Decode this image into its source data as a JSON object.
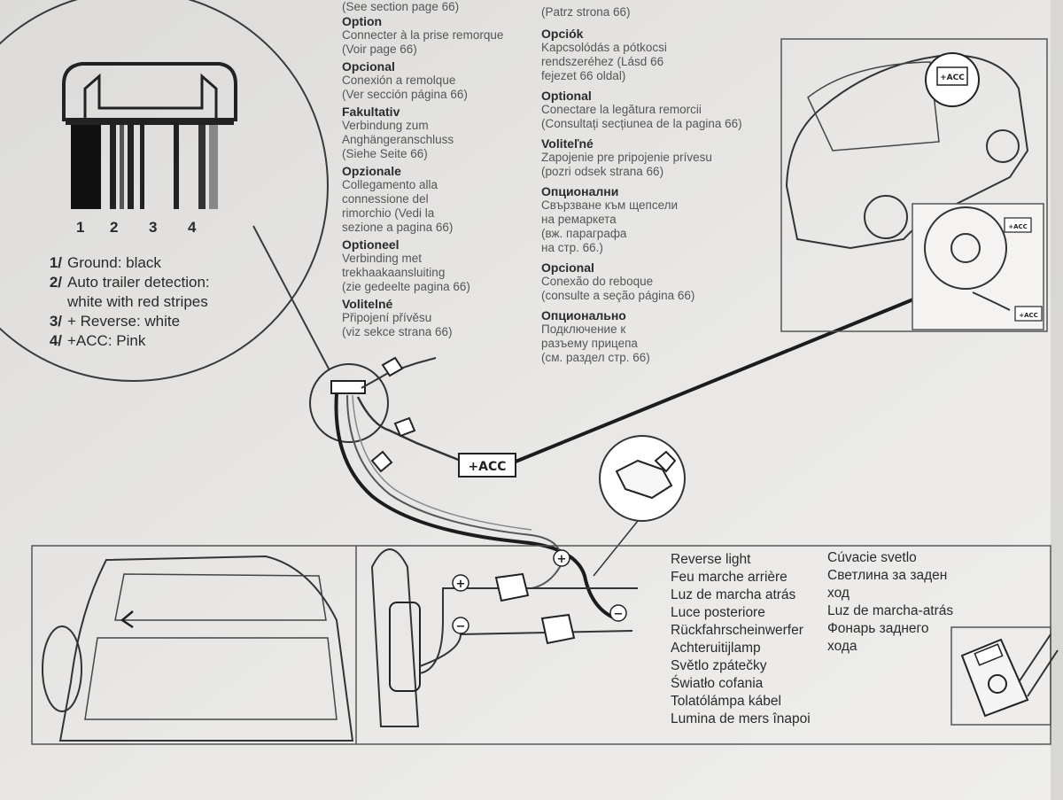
{
  "connector": {
    "pin_numbers": [
      "1",
      "2",
      "3",
      "4"
    ]
  },
  "legend": [
    {
      "num": "1/",
      "lines": [
        "Ground: black"
      ]
    },
    {
      "num": "2/",
      "lines": [
        "Auto trailer detection:",
        "white with red stripes"
      ]
    },
    {
      "num": "3/",
      "lines": [
        "+ Reverse: white"
      ]
    },
    {
      "num": "4/",
      "lines": [
        "+ACC: Pink"
      ]
    }
  ],
  "columns": {
    "left": {
      "partial_top": "(See section page 66)",
      "blocks": [
        {
          "heading": "Option",
          "text": "Connecter à la prise remorque\n(Voir page 66)"
        },
        {
          "heading": "Opcional",
          "text": "Conexión a remolque\n(Ver sección página 66)"
        },
        {
          "heading": "Fakultativ",
          "text": "Verbindung zum\nAnghängeranschluss\n(Siehe Seite 66)"
        },
        {
          "heading": "Opzionale",
          "text": "Collegamento alla\nconnessione del\nrimorchio (Vedi la\nsezione a pagina 66)"
        },
        {
          "heading": "Optioneel",
          "text": "Verbinding met\ntrekhaakaansluiting\n(zie gedeelte pagina 66)"
        },
        {
          "heading": "Volitelné",
          "text": "Připojení přívěsu\n(viz sekce strana 66)"
        }
      ]
    },
    "right": {
      "partial_top": "(Patrz strona 66)",
      "blocks": [
        {
          "heading": "Opciók",
          "text": "Kapcsolódás a pótkocsi\nrendszeréhez (Lásd 66\nfejezet 66 oldal)"
        },
        {
          "heading": "Optional",
          "text": "Conectare la legătura remorcii\n(Consultați secțiunea de la pagina 66)"
        },
        {
          "heading": "Voliteľné",
          "text": "Zapojenie pre pripojenie prívesu\n(pozri odsek strana 66)"
        },
        {
          "heading": "Опционални",
          "text": "Свързване към щепсели\nна ремаркета\n(вж. параграфа\nна стр. 66.)"
        },
        {
          "heading": "Opcional",
          "text": "Conexão do reboque\n(consulte a seção página 66)"
        },
        {
          "heading": "Опционально",
          "text": "Подключение к\nразъему прицепа\n(см. раздел стр. 66)"
        }
      ]
    }
  },
  "acc_tag": "+ACC",
  "car_tags": [
    "+ACC",
    "+ACC",
    "+ACC"
  ],
  "symbols": {
    "plus": "+",
    "minus": "−"
  },
  "reverse_light": {
    "col1": [
      "Reverse light",
      "Feu marche arrière",
      "Luz de marcha atrás",
      "Luce posteriore",
      "Rückfahrscheinwerfer",
      "Achteruitijlamp",
      "Světlo zpátečky",
      "Światło cofania",
      "Tolatólámpa kábel",
      "Lumina de mers înapoi"
    ],
    "col2": [
      "Cúvacie svetlo",
      "Светлина за заден",
      "ход",
      "Luz de marcha-atrás",
      "Фонарь заднего",
      "хода"
    ]
  },
  "colors": {
    "page": "#e6e5e3",
    "line": "#3a3a3a",
    "wire_black": "#1c1c1c"
  }
}
